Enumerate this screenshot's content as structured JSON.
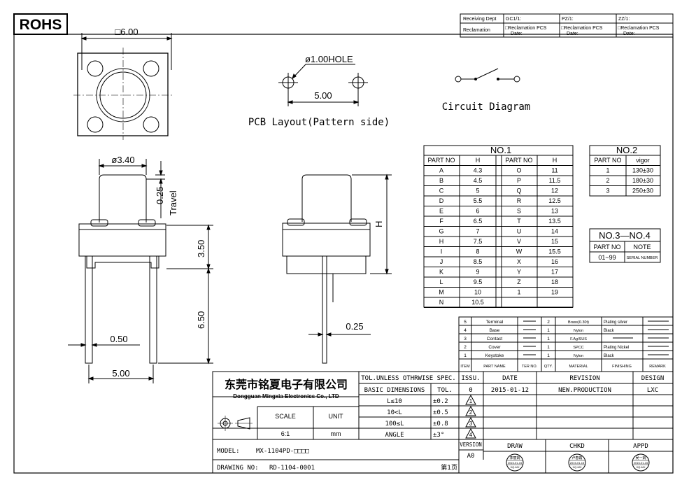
{
  "rohs": "ROHS",
  "header": {
    "receiving_dept": "Receiving Dept",
    "reclamation": "Reclamation",
    "gc": "GC1/1:",
    "pz": "PZ/1:",
    "zz": "ZZ/1:",
    "recl_pcs": "□Reclamation  PCS",
    "date": "Date:"
  },
  "top_view": {
    "size_label": "□6.00"
  },
  "pcb": {
    "hole_label": "ø1.00HOLE",
    "pitch_label": "5.00",
    "caption": "PCB Layout(Pattern side)"
  },
  "circuit": {
    "caption": "Circuit Diagram"
  },
  "side_view": {
    "dia_label": "ø3.40",
    "travel_label": "0.25",
    "travel_text": "Travel",
    "height_label": "3.50",
    "pin_len_label": "6.50",
    "pin_w_label": "0.50",
    "pitch_label": "5.00"
  },
  "front_view": {
    "h_label": "H",
    "pin_label": "0.25"
  },
  "table_no1": {
    "title": "NO.1",
    "headers": [
      "PART NO",
      "H",
      "PART NO",
      "H"
    ],
    "rows": [
      [
        "A",
        "4.3",
        "O",
        "11"
      ],
      [
        "B",
        "4.5",
        "P",
        "11.5"
      ],
      [
        "C",
        "5",
        "Q",
        "12"
      ],
      [
        "D",
        "5.5",
        "R",
        "12.5"
      ],
      [
        "E",
        "6",
        "S",
        "13"
      ],
      [
        "F",
        "6.5",
        "T",
        "13.5"
      ],
      [
        "G",
        "7",
        "U",
        "14"
      ],
      [
        "H",
        "7.5",
        "V",
        "15"
      ],
      [
        "I",
        "8",
        "W",
        "15.5"
      ],
      [
        "J",
        "8.5",
        "X",
        "16"
      ],
      [
        "K",
        "9",
        "Y",
        "17"
      ],
      [
        "L",
        "9.5",
        "Z",
        "18"
      ],
      [
        "M",
        "10",
        "1",
        "19"
      ],
      [
        "N",
        "10.5",
        "",
        ""
      ]
    ]
  },
  "table_no2": {
    "title": "NO.2",
    "headers": [
      "PART NO",
      "vigor"
    ],
    "rows": [
      [
        "1",
        "130±30"
      ],
      [
        "2",
        "180±30"
      ],
      [
        "3",
        "250±30"
      ]
    ]
  },
  "table_no34": {
    "title": "NO.3—NO.4",
    "headers": [
      "PART NO",
      "NOTE"
    ],
    "rows": [
      [
        "01~99",
        "SERIAL NUMBER"
      ]
    ]
  },
  "bom": {
    "headers": [
      "ITEM",
      "PART NAME",
      "TER NO.",
      "QTY.",
      "MATERIAL",
      "FINISHING",
      "REMARK"
    ],
    "rows": [
      [
        "5",
        "Terminal",
        "2",
        "Brass(0.30t)",
        "Plating silver"
      ],
      [
        "4",
        "Base",
        "1",
        "Nylon",
        "Black"
      ],
      [
        "3",
        "Contact",
        "1",
        "F.Ag/SUS",
        ""
      ],
      [
        "2",
        "Cover",
        "1",
        "SPCC",
        "Plating Nickel"
      ],
      [
        "1",
        "Keystoke",
        "1",
        "Nylon",
        "Black"
      ]
    ]
  },
  "title_block": {
    "company_cn": "东莞市铭夏电子有限公司",
    "company_en": "Dongguan Mingxia Electronics Co., LTD",
    "tol_title": "TOL.UNLESS OTHRWISE SPEC.",
    "basic_dim": "BASIC DIMENSIONS",
    "tol": "TOL.",
    "tol_rows": [
      [
        "L≤10",
        "±0.2"
      ],
      [
        "10<L",
        "±0.5"
      ],
      [
        "100≤L",
        "±0.8"
      ],
      [
        "ANGLE",
        "±3°"
      ]
    ],
    "scale_label": "SCALE",
    "unit_label": "UNIT",
    "scale": "6:1",
    "unit": "mm",
    "issu": "ISSU.",
    "date_h": "DATE",
    "revision_h": "REVISION",
    "design_h": "DESIGN",
    "issue_no": "0",
    "date": "2015-01-12",
    "revision": "NEW.PRODUCTION",
    "designer": "LXC",
    "rev_marks": [
      "1",
      "2",
      "3",
      "4"
    ],
    "version_label": "VERSION",
    "version": "A0",
    "draw": "DRAW",
    "chkd": "CHKD",
    "appd": "APPD",
    "model_label": "MODEL:",
    "model": "MX-1104PD-□□□□",
    "drawing_label": "DRAWING NO:",
    "drawing_no": "RD-1104-0001",
    "page": "第1页"
  },
  "stamps": [
    {
      "top": "李丽娟",
      "mid": "2015-01-15",
      "bot": "XQ-MX"
    },
    {
      "top": "卢春霞",
      "mid": "2015-01-15",
      "bot": "XQ-MX"
    },
    {
      "top": "吴一娟",
      "mid": "2015-01-15",
      "bot": "XQ-MX"
    }
  ]
}
